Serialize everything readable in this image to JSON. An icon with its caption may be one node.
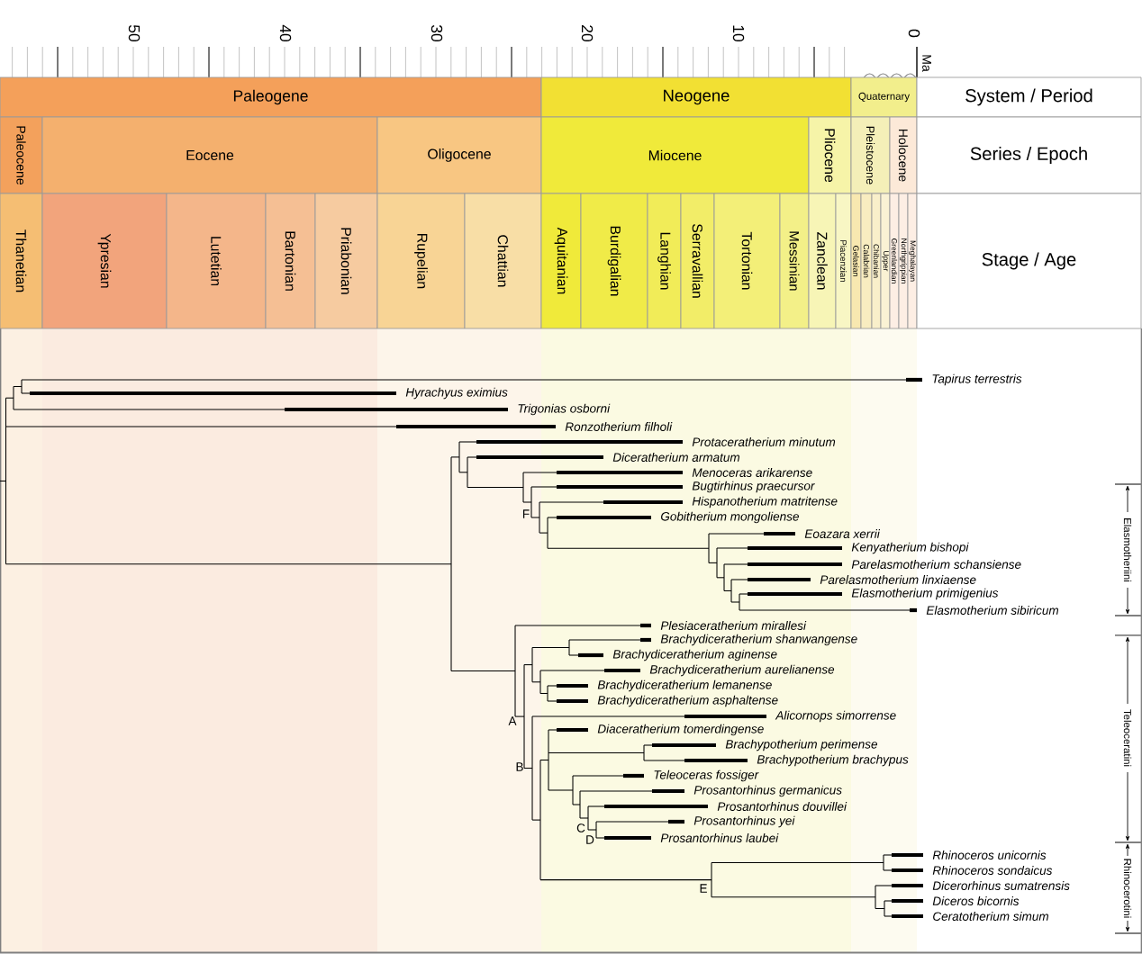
{
  "diagram": {
    "nodes": [
      {
        "text": [
          "Paleogene"
        ]
      },
      {
        "text": [
          "Neogene"
        ]
      },
      {
        "text": [
          "Quaternary"
        ]
      },
      {
        "text": [
          "System / Period"
        ]
      },
      {
        "text": [
          "Paleocene"
        ]
      },
      {
        "text": [
          "Eocene"
        ]
      },
      {
        "text": [
          "Oligocene"
        ]
      },
      {
        "text": [
          "Miocene"
        ]
      },
      {
        "text": [
          "Pliocene"
        ]
      },
      {
        "text": [
          "Pleistocene"
        ]
      },
      {
        "text": [
          "Holocene"
        ]
      },
      {
        "text": [
          "Series / Epoch"
        ]
      },
      {
        "text": [
          "Thanetian"
        ]
      },
      {
        "text": [
          "Ypresian"
        ]
      },
      {
        "text": [
          "Lutetian"
        ]
      },
      {
        "text": [
          "Bartonian"
        ]
      },
      {
        "text": [
          "Priabonian"
        ]
      },
      {
        "text": [
          "Rupelian"
        ]
      },
      {
        "text": [
          "Chattian"
        ]
      },
      {
        "text": [
          "Aquitanian"
        ]
      },
      {
        "text": [
          "Burdigalian"
        ]
      },
      {
        "text": [
          "Langhian"
        ]
      },
      {
        "text": [
          "Serravallian"
        ]
      },
      {
        "text": [
          "Tortonian"
        ]
      },
      {
        "text": [
          "Messinian"
        ]
      },
      {
        "text": [
          "Zanclean"
        ]
      },
      {
        "text": [
          "Piacenzian"
        ]
      },
      {
        "text": [
          "Gelasian"
        ]
      },
      {
        "text": [
          "Calabrian"
        ]
      },
      {
        "text": [
          "Chibanian"
        ]
      },
      {
        "text": [
          "Upper"
        ]
      },
      {
        "text": [
          "Greenlandian"
        ]
      },
      {
        "text": [
          "Northgrippian"
        ]
      },
      {
        "text": [
          "Meghalayan"
        ]
      },
      {
        "text": [
          "Stage / Age"
        ]
      }
    ],
    "labels": [
      "50",
      "40",
      "30",
      "20",
      "10",
      "0",
      "Ma",
      "Tapirus terrestris",
      "Hyrachyus eximius",
      "Trigonias osborni",
      "Ronzotherium filholi",
      "Protaceratherium minutum",
      "Diceratherium armatum",
      "Menoceras arikarense",
      "Bugtirhinus praecursor",
      "Hispanotherium matritense",
      "F",
      "Gobitherium mongoliense",
      "Eoazara xerrii",
      "Kenyatherium bishopi",
      "Parelasmotherium schansiense",
      "Parelasmotherium linxiaense",
      "Elasmotherium primigenius",
      "Elasmotherium sibiricum",
      "Plesiaceratherium mirallesi",
      "Brachydiceratherium shanwangense",
      "Brachydiceratherium aginense",
      "Brachydiceratherium aurelianense",
      "Brachydiceratherium lemanense",
      "Brachydiceratherium asphaltense",
      "Alicornops simorrense",
      "A",
      "Diaceratherium tomerdingense",
      "Brachypotherium perimense",
      "Brachypotherium brachypus",
      "B",
      "Teleoceras fossiger",
      "Prosantorhinus germanicus",
      "Prosantorhinus douvillei",
      "Prosantorhinus yei",
      "C",
      "Prosantorhinus laubei",
      "D",
      "Rhinoceros unicornis",
      "Rhinoceros sondaicus",
      "Dicerorhinus sumatrensis",
      "E",
      "Diceros bicornis",
      "Ceratotherium simum",
      "Elasmotheriini",
      "Teleoceratini",
      "Rhinocerotini"
    ]
  }
}
